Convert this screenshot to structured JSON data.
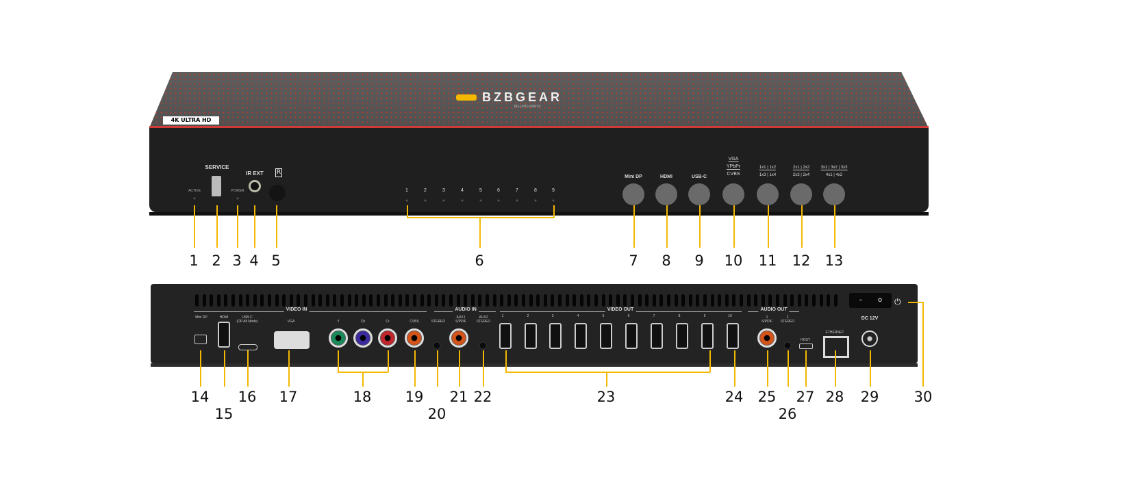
{
  "brand": {
    "logo_text": "BZBGEAR",
    "model": "BG-UHD-VWP19",
    "badge": "4K ULTRA HD"
  },
  "colors": {
    "callout_line": "#f5b800",
    "accent_edge": "#d23b35",
    "chassis": "#1f1f1f"
  },
  "front": {
    "service": "SERVICE",
    "ir_ext": "IR EXT",
    "ir_icon": "R",
    "active": "ACTIVE",
    "power": "POWER",
    "leds": [
      "1",
      "2",
      "3",
      "4",
      "5",
      "6",
      "7",
      "8",
      "9"
    ],
    "buttons": [
      {
        "label": "Mini DP"
      },
      {
        "label": "HDMI"
      },
      {
        "label": "USB-C"
      },
      {
        "label": "VGA / YPbPr / CVBS",
        "lines": [
          "VGA",
          "YPbPr",
          "CVBS"
        ]
      },
      {
        "lines": [
          "1x1 | 1x2",
          "1x3 | 1x4"
        ]
      },
      {
        "lines": [
          "2x1 | 2x2",
          "2x3 | 2x4"
        ]
      },
      {
        "lines": [
          "3x1 | 3x2 | 3x3",
          "4x1 | 4x2"
        ]
      }
    ]
  },
  "rear": {
    "video_in": "VIDEO IN",
    "audio_in": "AUDIO IN",
    "video_out": "VIDEO OUT",
    "audio_out": "AUDIO OUT",
    "mini_dp": "Mini DP",
    "hdmi": "HDMI",
    "usbc": "USB-C",
    "usbc_sub": "(DP Alt Mode)",
    "vga": "VGA",
    "y": "Y",
    "cb": "Cb",
    "cr": "Cr",
    "cvbs": "CVBS",
    "stereo": "STEREO",
    "aux1": "AUX1",
    "aux1_sub": "S/PDIF",
    "aux2": "AUX2",
    "aux2_sub": "STEREO",
    "outputs": [
      "1",
      "2",
      "3",
      "4",
      "5",
      "6",
      "7",
      "8",
      "9",
      "10"
    ],
    "aout1": "1",
    "aout1_sub": "S/PDIF",
    "aout2": "2",
    "aout2_sub": "STEREO",
    "host": "HOST",
    "ethernet": "ETHERNET",
    "dc": "DC 12V",
    "switch_off": "–",
    "switch_on": "o"
  },
  "callouts": [
    "1",
    "2",
    "3",
    "4",
    "5",
    "6",
    "7",
    "8",
    "9",
    "10",
    "11",
    "12",
    "13",
    "14",
    "15",
    "16",
    "17",
    "18",
    "19",
    "20",
    "21",
    "22",
    "23",
    "24",
    "25",
    "26",
    "27",
    "28",
    "29",
    "30"
  ]
}
